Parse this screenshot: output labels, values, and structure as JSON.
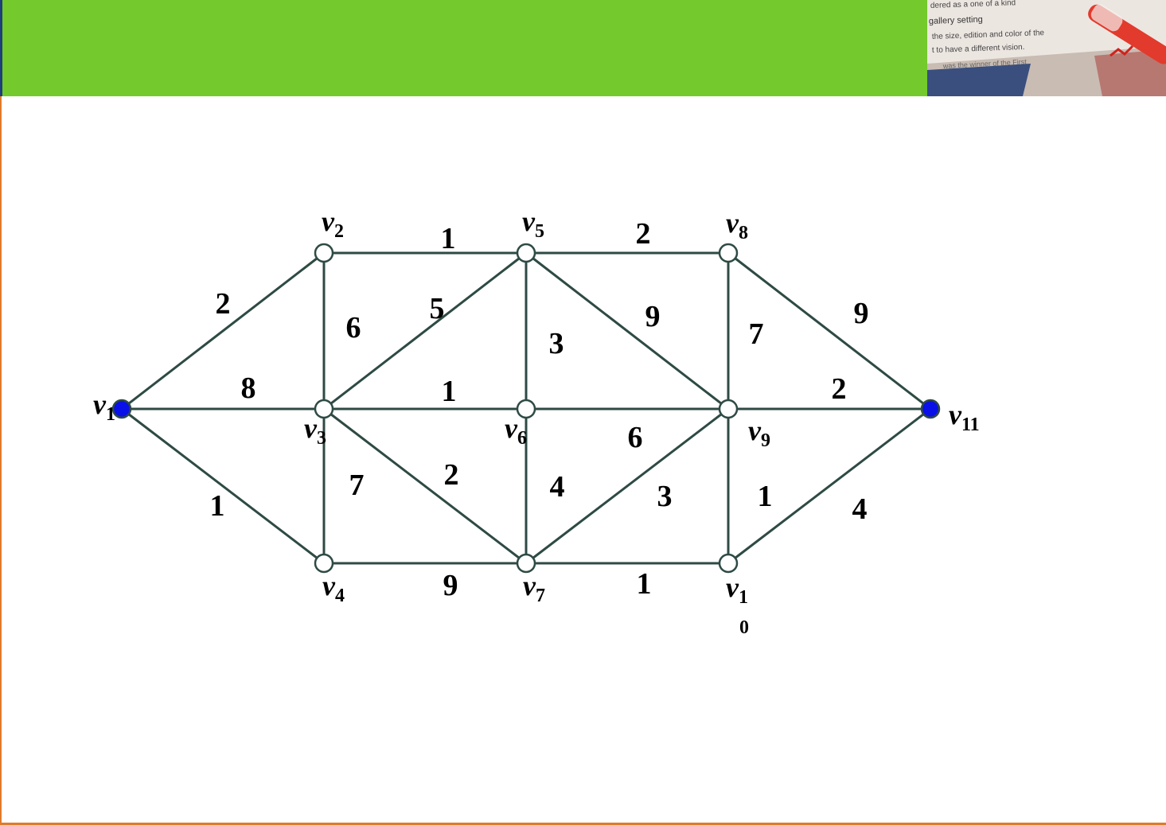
{
  "header": {
    "accent_color": "#74c92c",
    "photo_text_lines": [
      "dered as  a one of a kind",
      "gallery setting",
      "the size, edition and color of the",
      "t to have a different vision.",
      "was the winner of the First"
    ]
  },
  "graph": {
    "nodes": [
      {
        "id": "v1",
        "base": "v",
        "sub": "1",
        "filled": true
      },
      {
        "id": "v2",
        "base": "v",
        "sub": "2",
        "filled": false
      },
      {
        "id": "v3",
        "base": "v",
        "sub": "3",
        "filled": false
      },
      {
        "id": "v4",
        "base": "v",
        "sub": "4",
        "filled": false
      },
      {
        "id": "v5",
        "base": "v",
        "sub": "5",
        "filled": false
      },
      {
        "id": "v6",
        "base": "v",
        "sub": "6",
        "filled": false
      },
      {
        "id": "v7",
        "base": "v",
        "sub": "7",
        "filled": false
      },
      {
        "id": "v8",
        "base": "v",
        "sub": "8",
        "filled": false
      },
      {
        "id": "v9",
        "base": "v",
        "sub": "9",
        "filled": false
      },
      {
        "id": "v10",
        "base": "v",
        "sub": "1",
        "sub_overflow": "0",
        "filled": false
      },
      {
        "id": "v11",
        "base": "v",
        "sub": "11",
        "filled": true
      }
    ],
    "edges": [
      {
        "from": "v1",
        "to": "v2",
        "weight": "2"
      },
      {
        "from": "v1",
        "to": "v3",
        "weight": "8"
      },
      {
        "from": "v1",
        "to": "v4",
        "weight": "1"
      },
      {
        "from": "v2",
        "to": "v5",
        "weight": "1"
      },
      {
        "from": "v2",
        "to": "v3",
        "weight": "6"
      },
      {
        "from": "v3",
        "to": "v5",
        "weight": "5"
      },
      {
        "from": "v3",
        "to": "v6",
        "weight": "1"
      },
      {
        "from": "v3",
        "to": "v4",
        "weight": "7"
      },
      {
        "from": "v3",
        "to": "v7",
        "weight": "2"
      },
      {
        "from": "v4",
        "to": "v7",
        "weight": "9"
      },
      {
        "from": "v5",
        "to": "v8",
        "weight": "2"
      },
      {
        "from": "v5",
        "to": "v6",
        "weight": "3"
      },
      {
        "from": "v5",
        "to": "v9",
        "weight": "9"
      },
      {
        "from": "v6",
        "to": "v9",
        "weight": "6"
      },
      {
        "from": "v6",
        "to": "v7",
        "weight": "4"
      },
      {
        "from": "v7",
        "to": "v9",
        "weight": "3"
      },
      {
        "from": "v7",
        "to": "v10",
        "weight": "1"
      },
      {
        "from": "v8",
        "to": "v9",
        "weight": "7"
      },
      {
        "from": "v8",
        "to": "v11",
        "weight": "9"
      },
      {
        "from": "v9",
        "to": "v11",
        "weight": "2"
      },
      {
        "from": "v9",
        "to": "v10",
        "weight": "1"
      },
      {
        "from": "v10",
        "to": "v11",
        "weight": "4"
      }
    ],
    "colors": {
      "edge": "#2e4a44",
      "node_stroke": "#2e4a44",
      "node_fill": "#ffffff",
      "terminal_fill": "#0a10e8"
    }
  }
}
